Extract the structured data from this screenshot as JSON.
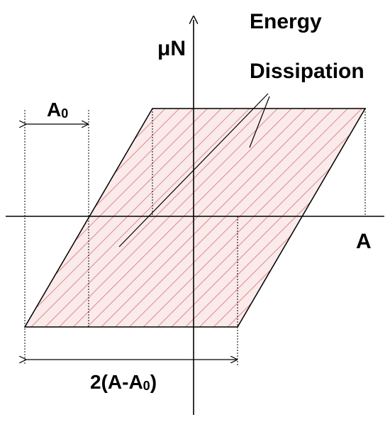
{
  "labels": {
    "y_axis": "μN",
    "x_axis": "A",
    "annotation_line1": "Energy",
    "annotation_line2": "Dissipation",
    "a0_main": "A",
    "a0_sub": "0",
    "width_prefix": "2(A-A",
    "width_sub": "0",
    "width_suffix": ")"
  },
  "colors": {
    "hatch": "#d98b8b",
    "fill": "#fbeaea",
    "lines": "#000000"
  }
}
